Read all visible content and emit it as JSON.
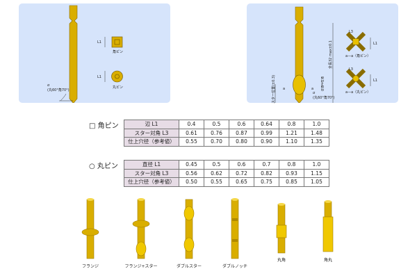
{
  "diagram_left": {
    "l1_label": "L1",
    "square_pin_label": "角ピン",
    "round_pin_label": "丸ピン",
    "alpha": "α",
    "alpha_note": "(丸60°角70°)"
  },
  "diagram_right": {
    "l3_label": "L3",
    "l1_label": "L1",
    "section_square": "a—a（角ピン）",
    "section_round": "a—a（丸ピン）",
    "total_length": "全長32 max±0.1",
    "star_position": "スター位置(±0.3)",
    "star_range": "0.8〜1.6",
    "a_mark": "a",
    "alpha": "α",
    "alpha_note": "(丸60°角70°)"
  },
  "square_table": {
    "title": "□ 角ピン",
    "rows": [
      {
        "label": "辺 L1",
        "values": [
          "0.4",
          "0.5",
          "0.6",
          "0.64",
          "0.8",
          "1.0"
        ]
      },
      {
        "label": "スター対角 L3",
        "values": [
          "0.61",
          "0.76",
          "0.87",
          "0.99",
          "1.21",
          "1.48"
        ]
      },
      {
        "label": "仕上穴径（参考値）",
        "values": [
          "0.55",
          "0.70",
          "0.80",
          "0.90",
          "1.10",
          "1.35"
        ]
      }
    ]
  },
  "round_table": {
    "title": "○ 丸ピン",
    "rows": [
      {
        "label": "直径 L1",
        "values": [
          "0.45",
          "0.5",
          "0.6",
          "0.7",
          "0.8",
          "1.0"
        ]
      },
      {
        "label": "スター対角 L3",
        "values": [
          "0.56",
          "0.62",
          "0.72",
          "0.82",
          "0.93",
          "1.15"
        ]
      },
      {
        "label": "仕上穴径（参考値）",
        "values": [
          "0.50",
          "0.55",
          "0.65",
          "0.75",
          "0.85",
          "1.05"
        ]
      }
    ]
  },
  "pin_types": [
    "フランジ",
    "フランジ+スター",
    "ダブルスター",
    "ダブルノッチ",
    "丸角",
    "角丸"
  ],
  "colors": {
    "panel": "#d6e4fb",
    "gold": "#d9ae00",
    "header": "#e7dce6"
  }
}
